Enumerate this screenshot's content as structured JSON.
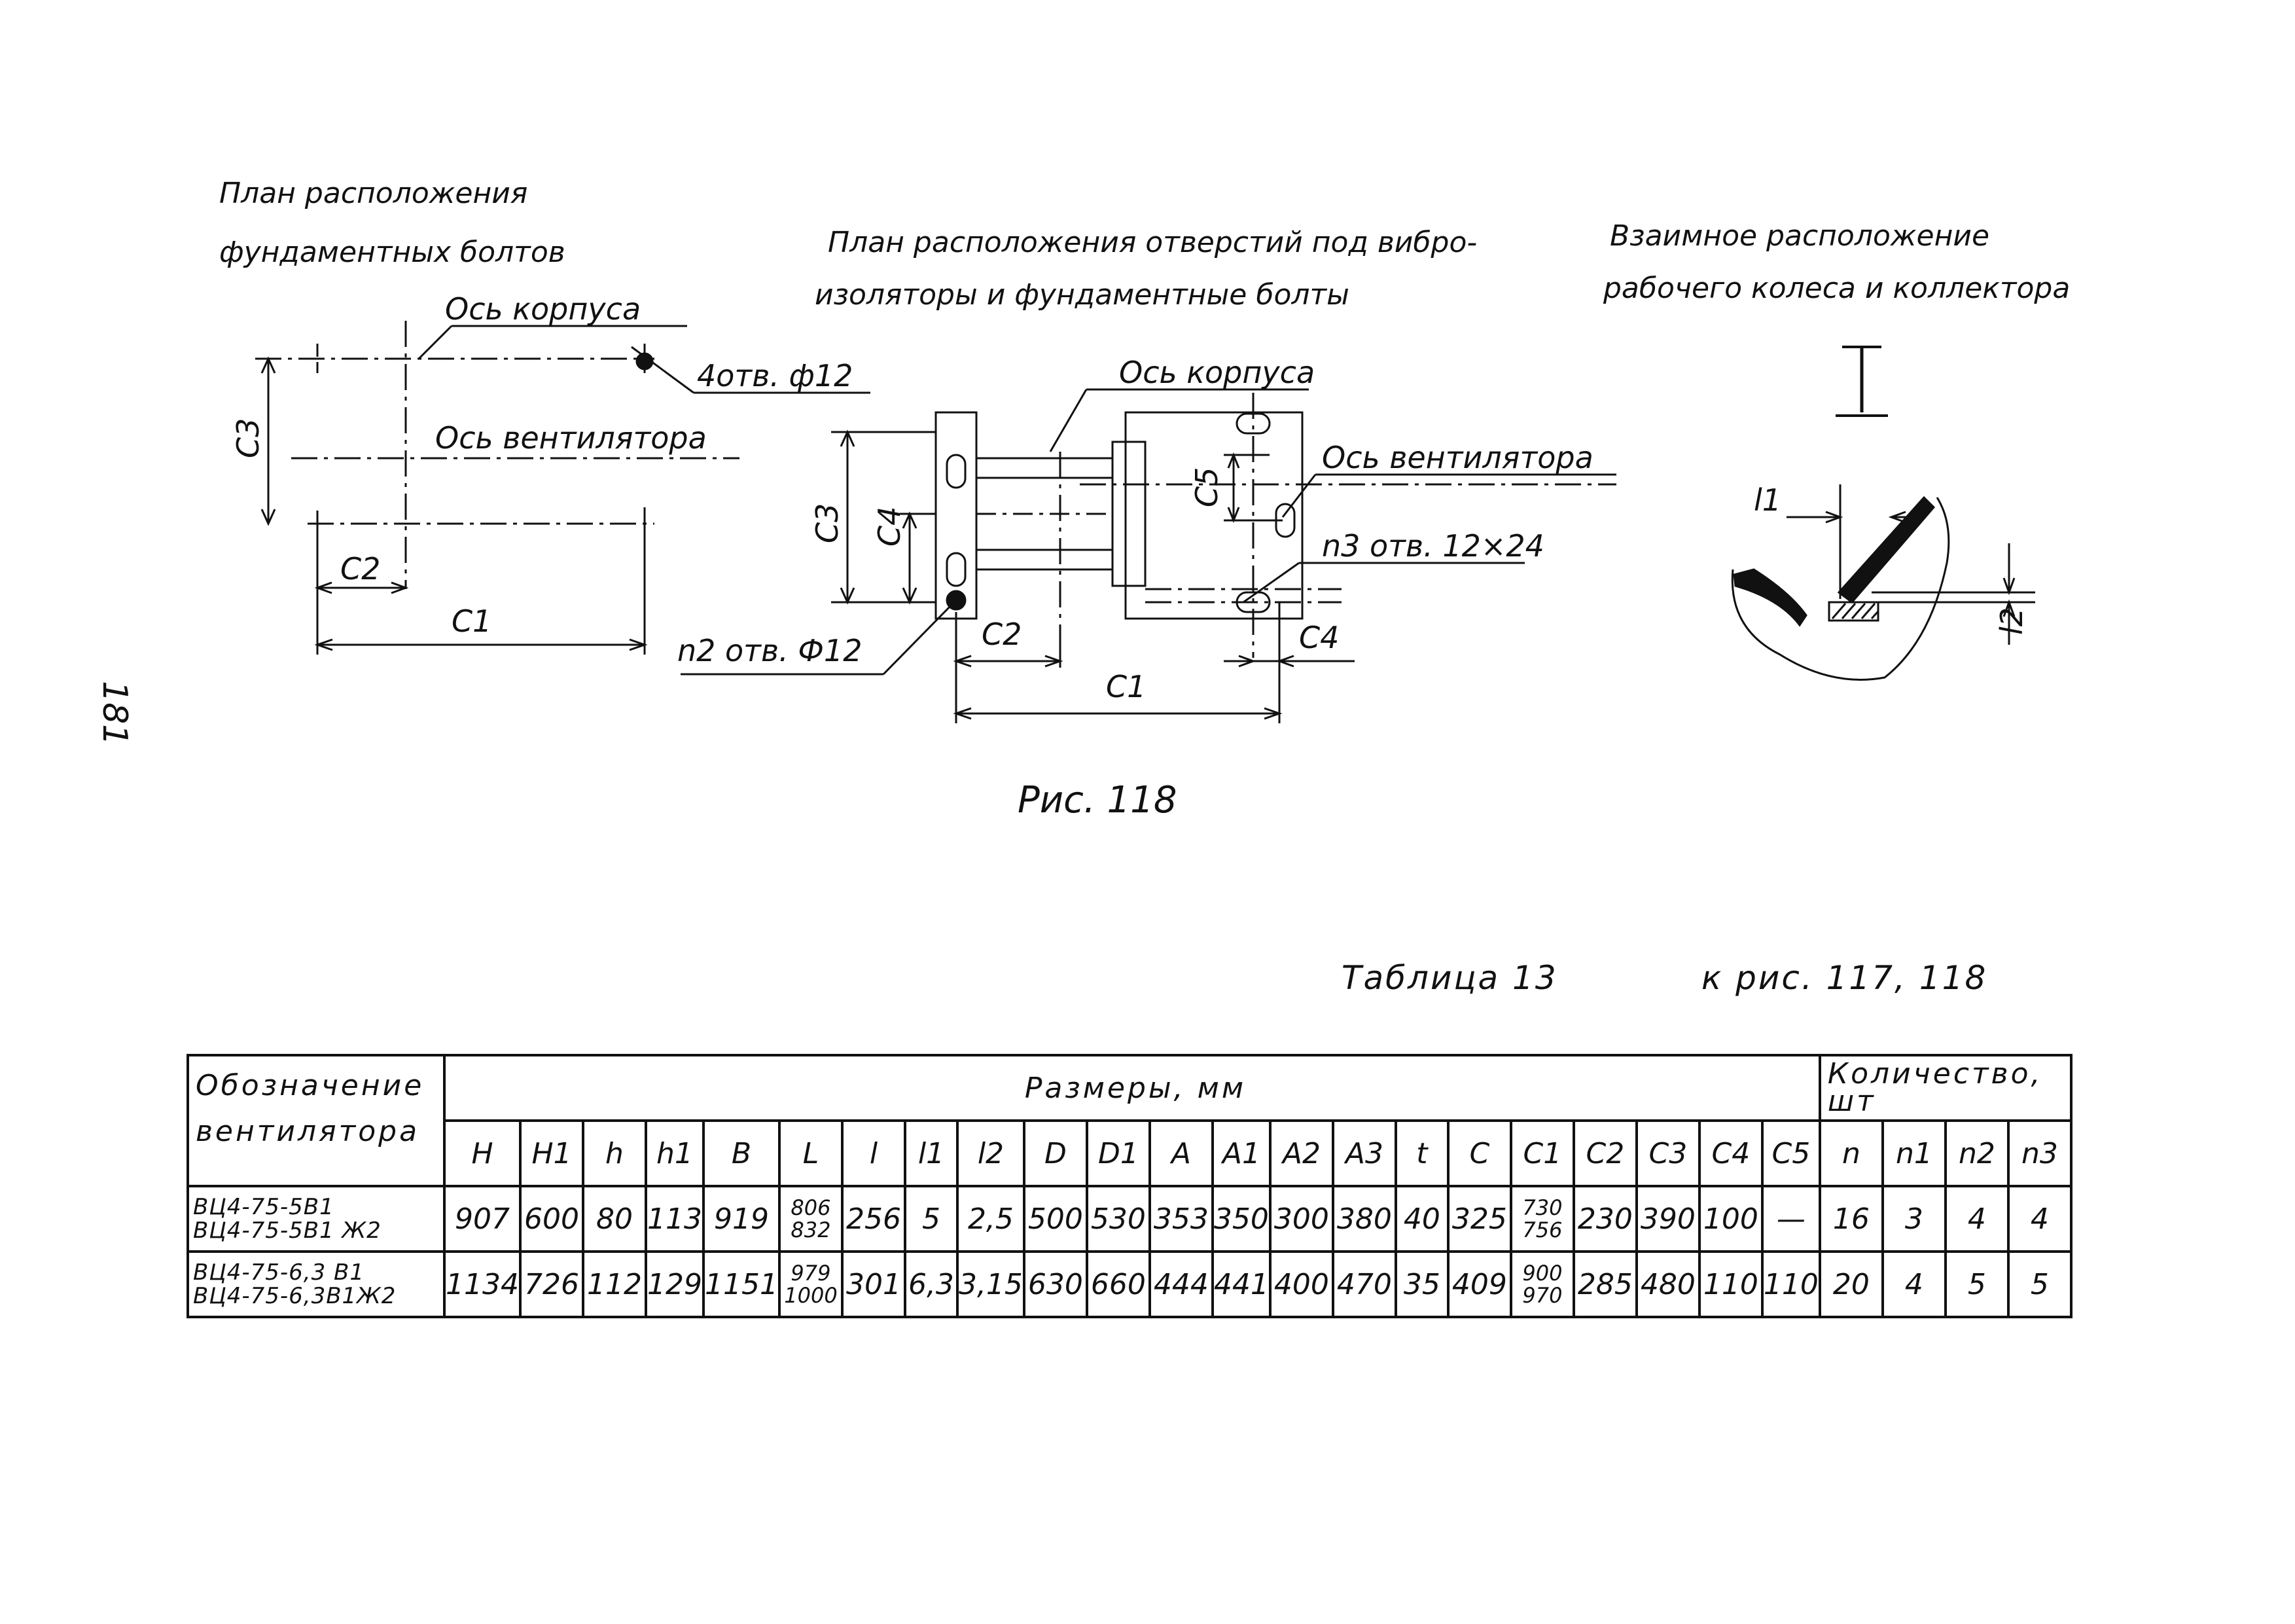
{
  "drawing": {
    "plan1_title_line1": "План расположения",
    "plan1_title_line2": "фундаментных болтов",
    "plan2_title_line1": "План расположения  отверстий под вибро-",
    "plan2_title_line2": "изоляторы и фундаментные  болты",
    "plan3_title_line1": "Взаимное расположение",
    "plan3_title_line2": "рабочего колеса и коллектора",
    "os_korpusa": "Ось корпуса",
    "os_ventilyatora": "Ось вентилятора",
    "holes_4": "4отв. ф12",
    "holes_n2": "n2 отв. Ф12",
    "holes_n3": "n3 отв. 12×24",
    "c1": "C1",
    "c2": "C2",
    "c3": "C3",
    "c4": "C4",
    "c5": "C5",
    "l1": "l1",
    "l2": "l2",
    "section": "I"
  },
  "page_number": "181",
  "figure_caption": "Рис. 118",
  "table": {
    "title": "Таблица 13",
    "reference": "к рис. 117, 118",
    "header_designation": [
      "Обозначение",
      "вентилятора"
    ],
    "header_sizes": "Размеры, мм",
    "header_count": [
      "Количество,",
      "шт"
    ],
    "columns": [
      "H",
      "H1",
      "h",
      "h1",
      "B",
      "L",
      "l",
      "l1",
      "l2",
      "D",
      "D1",
      "A",
      "A1",
      "A2",
      "A3",
      "t",
      "C",
      "C1",
      "C2",
      "C3",
      "C4",
      "C5",
      "n",
      "n1",
      "n2",
      "n3"
    ],
    "rows": [
      {
        "name": [
          "ВЦ4-75-5В1",
          "ВЦ4-75-5В1 Ж2"
        ],
        "values": [
          "907",
          "600",
          "80",
          "113",
          "919",
          [
            "806",
            "832"
          ],
          "256",
          "5",
          "2,5",
          "500",
          "530",
          "353",
          "350",
          "300",
          "380",
          "40",
          "325",
          [
            "730",
            "756"
          ],
          "230",
          "390",
          "100",
          "—",
          "16",
          "3",
          "4",
          "4"
        ]
      },
      {
        "name": [
          "ВЦ4-75-6,3 В1",
          "ВЦ4-75-6,3В1Ж2"
        ],
        "values": [
          "1134",
          "726",
          "112",
          "129",
          "1151",
          [
            "979",
            "1000"
          ],
          "301",
          "6,3",
          "3,15",
          "630",
          "660",
          "444",
          "441",
          "400",
          "470",
          "35",
          "409",
          [
            "900",
            "970"
          ],
          "285",
          "480",
          "110",
          "110",
          "20",
          "4",
          "5",
          "5"
        ]
      }
    ]
  }
}
